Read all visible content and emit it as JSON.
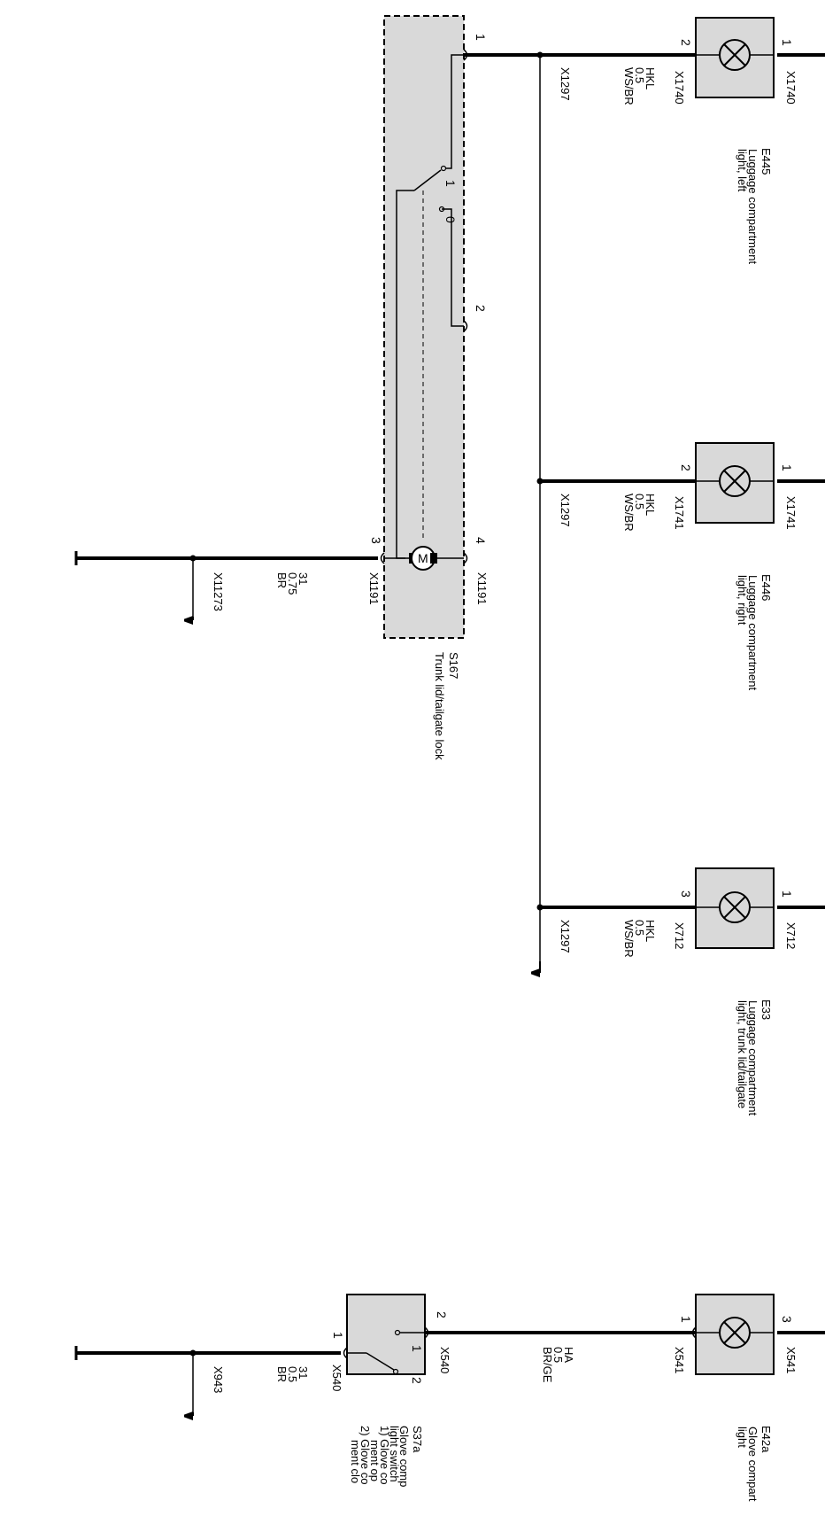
{
  "lamps": [
    {
      "ref": "E445",
      "name": [
        "Luggage compartment",
        "light, left"
      ],
      "pin_top": "1",
      "pin_bottom": "2",
      "connector_top": "X1740",
      "connector_bottom": "X1740",
      "wire": [
        "HKL",
        "0.5",
        "WS/BR"
      ],
      "splice": "X1297"
    },
    {
      "ref": "E446",
      "name": [
        "Luggage compartment",
        "light, right"
      ],
      "pin_top": "1",
      "pin_bottom": "2",
      "connector_top": "X1741",
      "connector_bottom": "X1741",
      "wire": [
        "HKL",
        "0.5",
        "WS/BR"
      ],
      "splice": "X1297"
    },
    {
      "ref": "E33",
      "name": [
        "Luggage compartment",
        "light, trunk lid/tailgate"
      ],
      "pin_top": "1",
      "pin_bottom": "3",
      "connector_top": "X712",
      "connector_bottom": "X712",
      "wire": [
        "HKL",
        "0.5",
        "WS/BR"
      ],
      "splice": "X1297"
    },
    {
      "ref": "E42a",
      "name": [
        "Glove compart",
        "light"
      ],
      "pin_top": "3",
      "pin_bottom": "1",
      "connector_top": "X541",
      "connector_bottom": "X541",
      "wire": [
        "HA",
        "0.5",
        "BR/GE"
      ],
      "splice": ""
    }
  ],
  "trunk_lock": {
    "ref": "S167",
    "name": "Trunk lid/tailgate lock",
    "pins": [
      "1",
      "2",
      "3",
      "4"
    ],
    "switch_positions": [
      "1",
      "0"
    ],
    "connector_4": "X1191",
    "connector_3": "X1191",
    "motor_symbol": "M",
    "ground_wire": [
      "31",
      "0.75",
      "BR"
    ],
    "ground_point": "X11273"
  },
  "glove_switch": {
    "ref": "S37a",
    "name": [
      "Glove comp",
      "light switch",
      "1) Glove co",
      "ment op",
      "2) Glove co",
      "ment clo"
    ],
    "pins": [
      "1",
      "2"
    ],
    "switch_positions": [
      "1",
      "2"
    ],
    "connector_2": "X540",
    "connector_1": "X540",
    "ground_wire": [
      "31",
      "0.5",
      "BR"
    ],
    "ground_point": "X943"
  }
}
